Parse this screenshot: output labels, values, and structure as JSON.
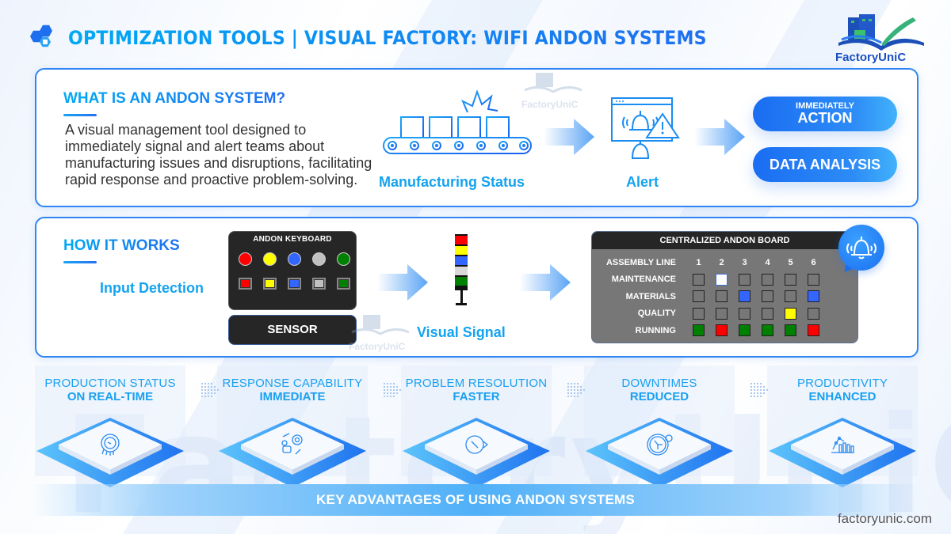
{
  "header": {
    "title": "OPTIMIZATION TOOLS | VISUAL FACTORY: WIFI ANDON SYSTEMS",
    "logo_text": "FactoryUniC",
    "brand_colors": {
      "primary": "#1e6ff0",
      "accent": "#00a8f5"
    }
  },
  "what_is": {
    "title": "WHAT IS AN ANDON SYSTEM?",
    "description": "A visual management tool designed to immediately signal and alert teams about manufacturing issues and disruptions, facilitating rapid response and proactive problem-solving.",
    "flow": {
      "manufacturing_label": "Manufacturing Status",
      "alert_label": "Alert"
    },
    "outcomes": {
      "action_small": "IMMEDIATELY",
      "action_big": "ACTION",
      "data_analysis": "DATA ANALYSIS"
    },
    "watermark": "FactoryUniC"
  },
  "how_it_works": {
    "title": "HOW IT WORKS",
    "input_label": "Input Detection",
    "keyboard": {
      "title": "ANDON KEYBOARD",
      "buttons": [
        {
          "color": "#ff0000"
        },
        {
          "color": "#ffff00"
        },
        {
          "color": "#3366ff"
        },
        {
          "color": "#c0c0c0"
        },
        {
          "color": "#008000"
        }
      ]
    },
    "sensor_label": "SENSOR",
    "signal_label": "Visual Signal",
    "tower_colors": [
      "#ff0000",
      "#ffff00",
      "#3366ff",
      "#d9d9d9",
      "#008000"
    ],
    "board": {
      "title": "CENTRALIZED ANDON BOARD",
      "header_label": "ASSEMBLY LINE",
      "lines": [
        "1",
        "2",
        "3",
        "4",
        "5",
        "6"
      ],
      "rows": [
        {
          "label": "MAINTENANCE",
          "cells": [
            "",
            "#ffffff",
            "",
            "",
            "",
            ""
          ]
        },
        {
          "label": "MATERIALS",
          "cells": [
            "",
            "",
            "#3366ff",
            "",
            "",
            "#3366ff"
          ]
        },
        {
          "label": "QUALITY",
          "cells": [
            "",
            "",
            "",
            "",
            "#ffff00",
            ""
          ]
        },
        {
          "label": "RUNNING",
          "cells": [
            "#008000",
            "#ff0000",
            "#008000",
            "#008000",
            "#008000",
            "#ff0000"
          ]
        }
      ]
    },
    "watermark": "FactoryUniC"
  },
  "advantages": {
    "items": [
      {
        "top": "PRODUCTION STATUS",
        "bottom": "ON REAL-TIME",
        "icon": "realtime-clock-icon"
      },
      {
        "top": "RESPONSE CAPABILITY",
        "bottom": "IMMEDIATE",
        "icon": "response-gear-icon"
      },
      {
        "top": "PROBLEM RESOLUTION",
        "bottom": "FASTER",
        "icon": "fast-clock-icon"
      },
      {
        "top": "DOWNTIMES",
        "bottom": "REDUCED",
        "icon": "stopwatch-icon"
      },
      {
        "top": "PRODUCTIVITY",
        "bottom": "ENHANCED",
        "icon": "growth-chart-icon"
      }
    ],
    "banner": "KEY ADVANTAGES OF USING ANDON SYSTEMS"
  },
  "footer": {
    "url": "factoryunic.com"
  }
}
